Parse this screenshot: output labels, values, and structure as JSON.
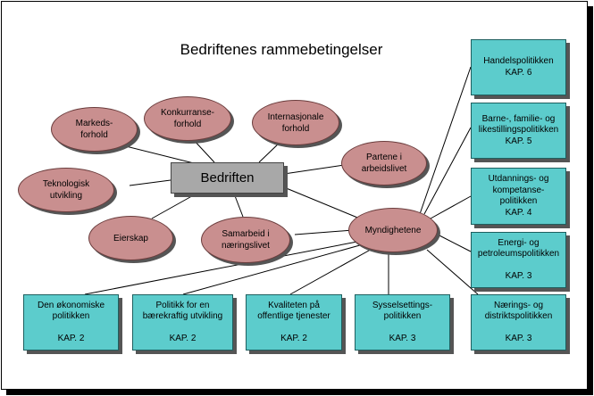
{
  "title": "Bedriftenes rammebetingelser",
  "center": "Bedriften",
  "colors": {
    "oval": "#c98f8f",
    "box": "#5ccccc",
    "center": "#a8a8a8"
  },
  "ovals": {
    "markedsforhold": "Markeds-\nforhold",
    "konkurranse": "Konkurranse-\nforhold",
    "internasjonale": "Internasjonale\nforhold",
    "partene": "Partene i\narbeidslivet",
    "teknologisk": "Teknologisk\nutvikling",
    "eierskap": "Eierskap",
    "samarbeid": "Samarbeid i\nnæringslivet",
    "myndighetene": "Myndighetene"
  },
  "boxes": {
    "handel": "Handelspolitikken\nKAP. 6",
    "barne": "Barne-, familie- og\nlikestillingspolitikken\nKAP. 5",
    "utdanning": "Utdannings- og\nkompetanse-\npolitikken\nKAP. 4",
    "energi": "Energi- og\npetroleumspolitikken\n\nKAP. 3",
    "naerings": "Nærings- og\ndistriktspolitikken\n\nKAP. 3",
    "okonomiske": "Den økonomiske\npolitikken\n\nKAP. 2",
    "politikk": "Politikk for en\nbærekraftig utvikling\n\nKAP. 2",
    "kvaliteten": "Kvaliteten på\noffentlige tjenester\n\nKAP. 2",
    "sysselsetting": "Sysselsettings-\npolitikken\n\nKAP. 3"
  }
}
